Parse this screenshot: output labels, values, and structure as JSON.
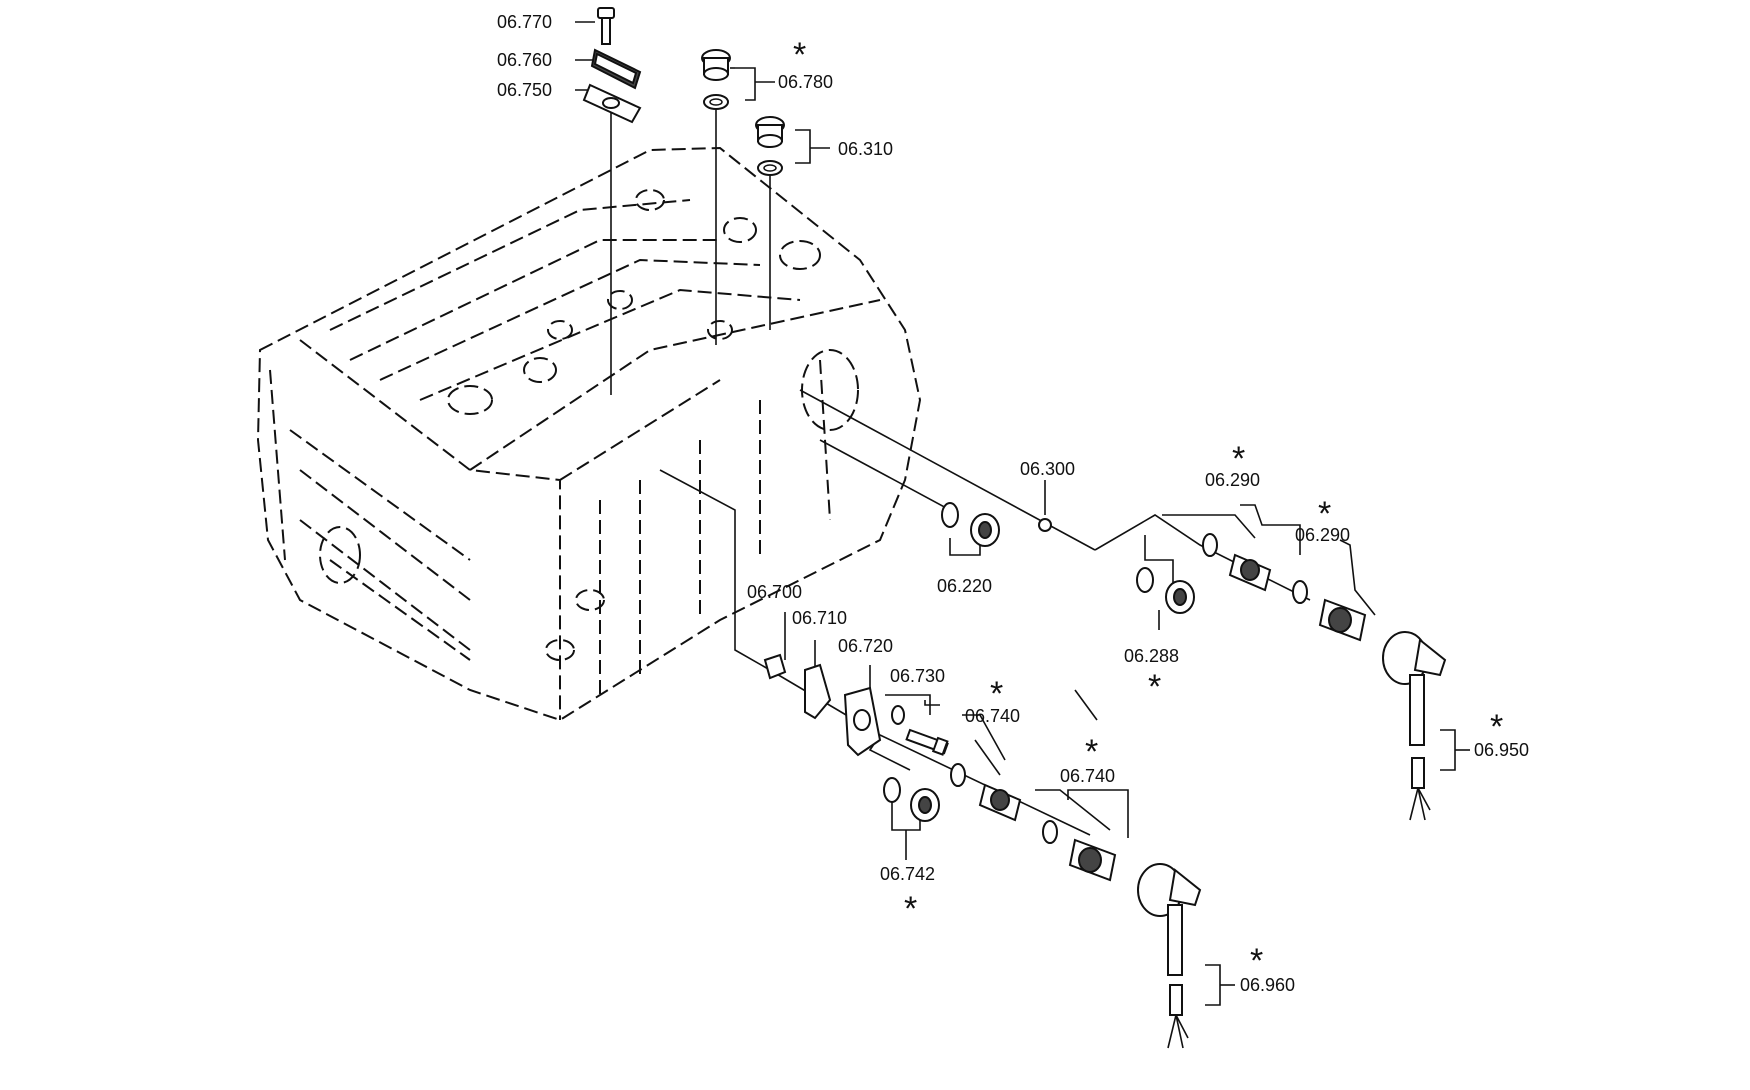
{
  "labels": {
    "l06770": "06.770",
    "l06760": "06.760",
    "l06750": "06.750",
    "l06780": "06.780",
    "l06310": "06.310",
    "l06300": "06.300",
    "l06290a": "06.290",
    "l06290b": "06.290",
    "l06220": "06.220",
    "l06288": "06.288",
    "l06700": "06.700",
    "l06710": "06.710",
    "l06720": "06.720",
    "l06730": "06.730",
    "l06740a": "06.740",
    "l06740b": "06.740",
    "l06742": "06.742",
    "l06950": "06.950",
    "l06960": "06.960"
  },
  "marker": "*",
  "icons": {
    "housing": "gearbox-housing-icon",
    "screw": "screw-icon",
    "plug": "screw-plug-icon",
    "ring": "sealing-ring-icon",
    "switch": "pressure-switch-icon",
    "connector": "cable-connector-icon"
  }
}
